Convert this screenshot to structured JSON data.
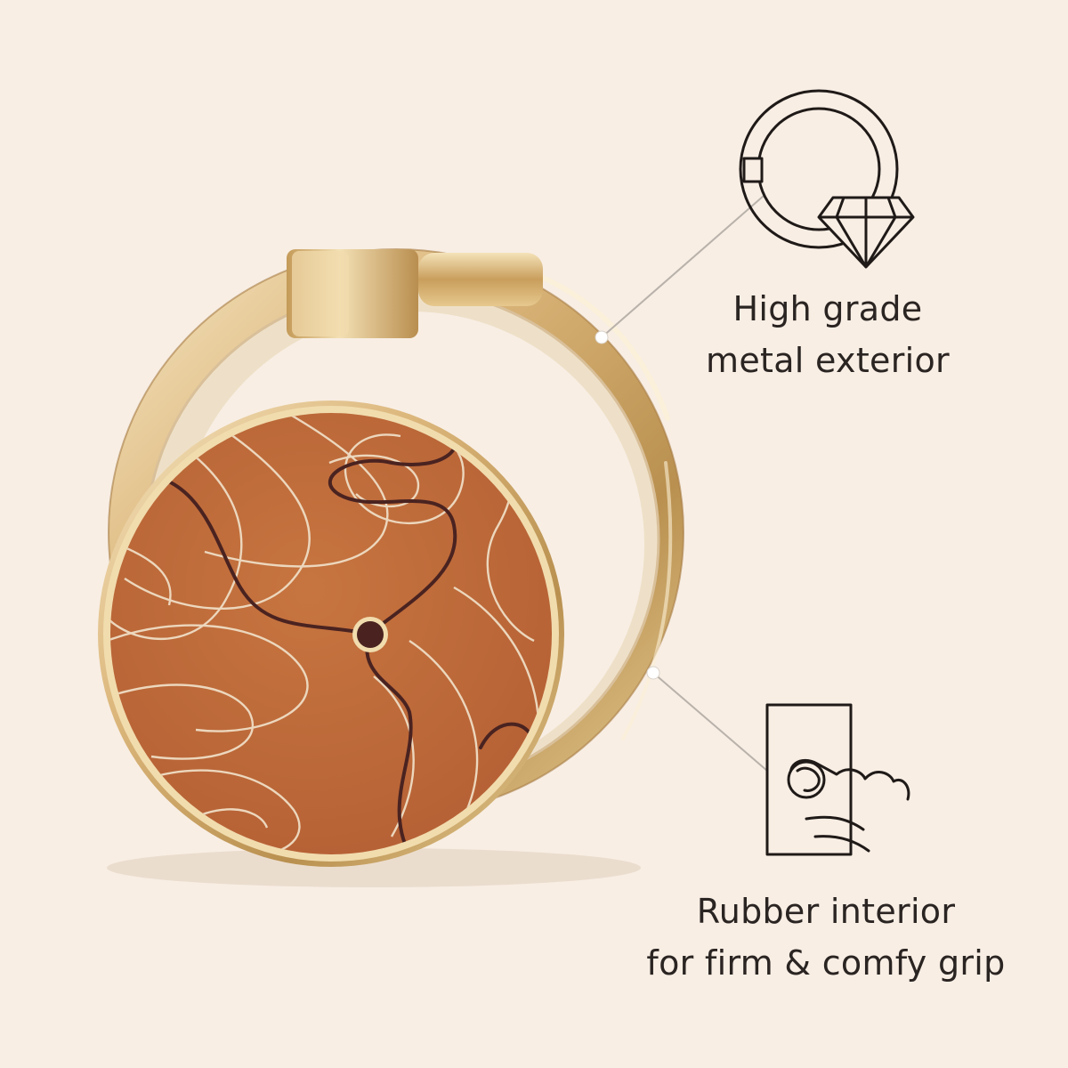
{
  "colors": {
    "background": "#f8eee4",
    "gold_light": "#f3dfb6",
    "gold_mid": "#d9b274",
    "gold_dark": "#a77c42",
    "rubber": "#eee0c8",
    "disc_orange": "#c06a3a",
    "contour_line": "#ecd7bd",
    "path_line": "#4a2320",
    "icon_stroke": "#1f1a18",
    "callout_line": "#b8b2ab",
    "text": "#2a2422"
  },
  "features": {
    "metal": {
      "icon": "ring-diamond-icon",
      "line1": "High grade",
      "line2": "metal exterior"
    },
    "rubber": {
      "icon": "finger-ring-phone-icon",
      "line1": "Rubber interior",
      "line2": "for firm & comfy grip"
    }
  }
}
